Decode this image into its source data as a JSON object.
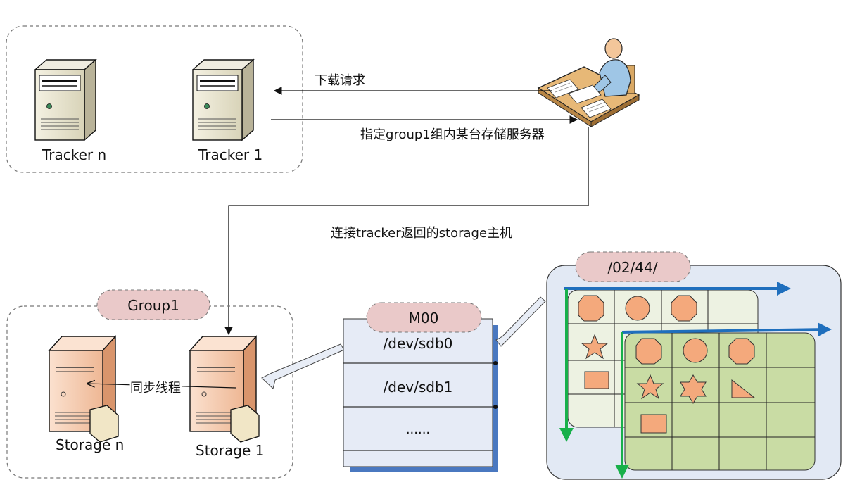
{
  "trackers": {
    "tracker_n": "Tracker n",
    "tracker_1": "Tracker 1"
  },
  "arrows": {
    "download_request": "下载请求",
    "assign_server": "指定group1组内某台存储服务器",
    "connect_storage": "连接tracker返回的storage主机",
    "sync_thread": "同步线程"
  },
  "group": {
    "name": "Group1",
    "storage_n": "Storage n",
    "storage_1": "Storage 1"
  },
  "store_path": {
    "name": "M00",
    "devices": [
      "/dev/sdb0",
      "/dev/sdb1",
      "......"
    ]
  },
  "directory": {
    "path": "/02/44/",
    "grid_back_shapes": [
      "octagon",
      "circle",
      "octagon",
      "star",
      "rectangle"
    ],
    "grid_front_shapes": [
      "octagon",
      "circle",
      "octagon",
      "star",
      "hexagram",
      "triangle",
      "rectangle"
    ]
  },
  "colors": {
    "storage_fill": "#f6c8a8",
    "shape_fill": "#f4a97c",
    "front_grid": "#c9dca4",
    "back_grid": "#edf2e2",
    "dir_panel": "#e2e9f4",
    "pill": "#eac9c9",
    "blue_arrow": "#1f6fbd",
    "green_arrow": "#18b04a",
    "disk_shadow": "#4a78c0"
  }
}
